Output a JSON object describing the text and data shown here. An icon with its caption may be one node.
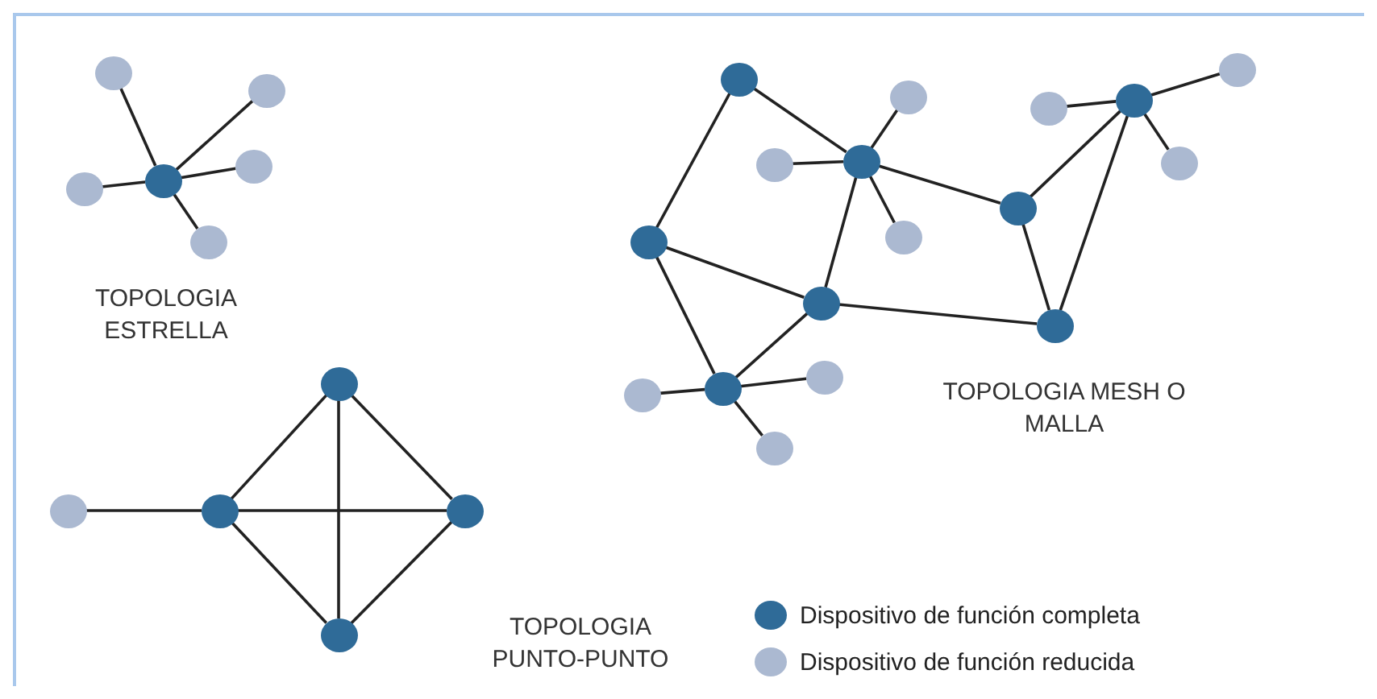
{
  "diagram": {
    "nodes": [
      {
        "text": [],
        "shape": "circle"
      },
      {
        "text": [],
        "shape": "circle"
      },
      {
        "text": [],
        "shape": "circle"
      },
      {
        "text": [],
        "shape": "circle"
      },
      {
        "text": [],
        "shape": "circle"
      },
      {
        "text": [],
        "shape": "circle"
      },
      {
        "text": [],
        "shape": "circle"
      },
      {
        "text": [],
        "shape": "circle"
      },
      {
        "text": [],
        "shape": "circle"
      },
      {
        "text": [],
        "shape": "circle"
      },
      {
        "text": [],
        "shape": "circle"
      },
      {
        "text": [],
        "shape": "circle"
      },
      {
        "text": [],
        "shape": "circle"
      },
      {
        "text": [],
        "shape": "circle"
      },
      {
        "text": [],
        "shape": "circle"
      },
      {
        "text": [],
        "shape": "circle"
      },
      {
        "text": [],
        "shape": "circle"
      },
      {
        "text": [],
        "shape": "circle"
      },
      {
        "text": [],
        "shape": "circle"
      },
      {
        "text": [],
        "shape": "circle"
      },
      {
        "text": [],
        "shape": "circle"
      },
      {
        "text": [],
        "shape": "circle"
      },
      {
        "text": [],
        "shape": "circle"
      },
      {
        "text": [],
        "shape": "circle"
      },
      {
        "text": [],
        "shape": "circle"
      },
      {
        "text": [],
        "shape": "circle"
      },
      {
        "text": [],
        "shape": "circle"
      },
      {
        "text": [],
        "shape": "circle"
      }
    ],
    "edges": [
      {
        "from": 0,
        "to": 1,
        "arrow": "none"
      },
      {
        "from": 0,
        "to": 2,
        "arrow": "none"
      },
      {
        "from": 0,
        "to": 3,
        "arrow": "none"
      },
      {
        "from": 0,
        "to": 4,
        "arrow": "none"
      },
      {
        "from": 0,
        "to": 5,
        "arrow": "none"
      },
      {
        "from": 6,
        "to": 7,
        "arrow": "none"
      },
      {
        "from": 7,
        "to": 8,
        "arrow": "none"
      },
      {
        "from": 7,
        "to": 9,
        "arrow": "none"
      },
      {
        "from": 7,
        "to": 10,
        "arrow": "none"
      },
      {
        "from": 8,
        "to": 9,
        "arrow": "none"
      },
      {
        "from": 8,
        "to": 10,
        "arrow": "none"
      },
      {
        "from": 9,
        "to": 10,
        "arrow": "none"
      },
      {
        "from": 11,
        "to": 12,
        "arrow": "none"
      },
      {
        "from": 11,
        "to": 21,
        "arrow": "none"
      },
      {
        "from": 12,
        "to": 13,
        "arrow": "none"
      },
      {
        "from": 12,
        "to": 14,
        "arrow": "none"
      },
      {
        "from": 12,
        "to": 15,
        "arrow": "none"
      },
      {
        "from": 12,
        "to": 16,
        "arrow": "none"
      },
      {
        "from": 12,
        "to": 22,
        "arrow": "none"
      },
      {
        "from": 16,
        "to": 17,
        "arrow": "none"
      },
      {
        "from": 16,
        "to": 23,
        "arrow": "none"
      },
      {
        "from": 17,
        "to": 18,
        "arrow": "none"
      },
      {
        "from": 17,
        "to": 19,
        "arrow": "none"
      },
      {
        "from": 17,
        "to": 20,
        "arrow": "none"
      },
      {
        "from": 17,
        "to": 23,
        "arrow": "none"
      },
      {
        "from": 21,
        "to": 22,
        "arrow": "none"
      },
      {
        "from": 21,
        "to": 24,
        "arrow": "none"
      },
      {
        "from": 22,
        "to": 23,
        "arrow": "none"
      },
      {
        "from": 22,
        "to": 24,
        "arrow": "none"
      },
      {
        "from": 24,
        "to": 25,
        "arrow": "none"
      },
      {
        "from": 24,
        "to": 26,
        "arrow": "none"
      },
      {
        "from": 24,
        "to": 27,
        "arrow": "none"
      }
    ],
    "labels": [
      "TOPOLOGIA ESTRELLA",
      "TOPOLOGIA MESH O MALLA",
      "TOPOLOGIA PUNTO-PUNTO"
    ],
    "legend": [
      {
        "text": "Dispositivo de función completa",
        "color": "#2f6b98"
      },
      {
        "text": "Dispositivo de función reducida",
        "color": "#abb9d1"
      }
    ]
  }
}
